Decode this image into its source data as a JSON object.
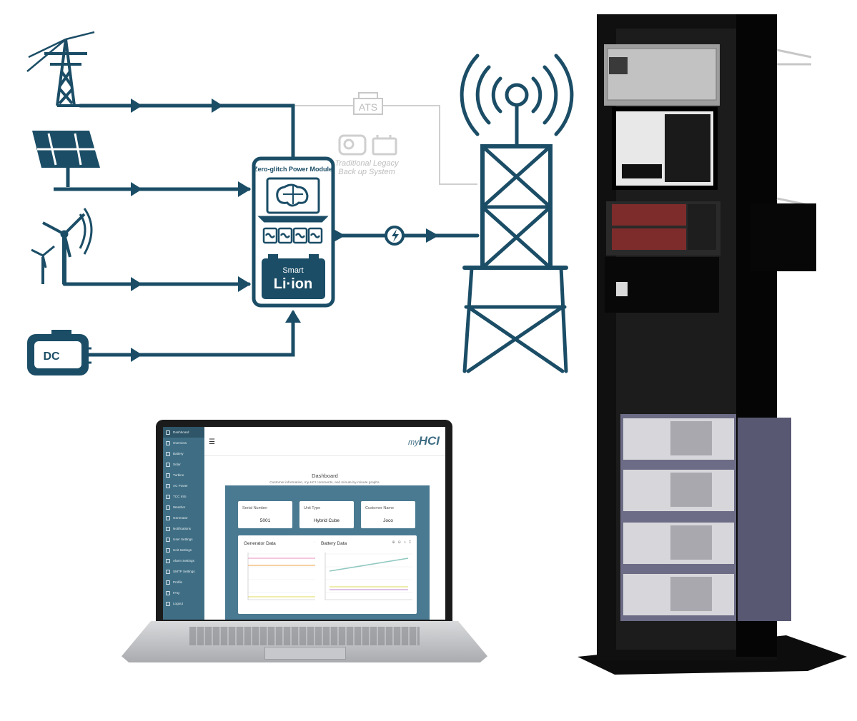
{
  "module": {
    "title": "Zero-glitch Power Module",
    "battery_line1": "Smart",
    "battery_line2": "Li·ion"
  },
  "ats": {
    "label": "ATS",
    "legacy_line1": "Traditional Legacy",
    "legacy_line2": "Back up System"
  },
  "generator_label": "DC",
  "colors": {
    "primary": "#1b4d66",
    "legacy": "#c8c8c8",
    "sidebar": "#3f6e84"
  },
  "icons": [
    "transmission-tower-icon",
    "solar-panel-icon",
    "wind-turbine-icon",
    "dc-generator-icon",
    "cell-tower-icon",
    "lightning-icon"
  ],
  "app": {
    "brand_prefix": "my",
    "brand": "HCI",
    "nav": [
      "Dashboard",
      "Overview",
      "Battery",
      "Solar",
      "Turbine",
      "AC Power",
      "TCC Info",
      "Weather",
      "Generator",
      "Notifications",
      "User Settings",
      "Unit Settings",
      "Alarm Settings",
      "SMTP Settings",
      "Profile",
      "FAQ",
      "Logout"
    ],
    "dashboard_title": "Dashboard",
    "dashboard_subtitle": "Customer information, my-HCI comments, and minute-by-minute graphs.",
    "cards": [
      {
        "label": "Serial Number",
        "value": "5001"
      },
      {
        "label": "Unit Type",
        "value": "Hybrid Cube"
      },
      {
        "label": "Customer Name",
        "value": "Joco"
      }
    ],
    "charts": [
      {
        "title": "Generator Data"
      },
      {
        "title": "Battery Data"
      }
    ]
  }
}
